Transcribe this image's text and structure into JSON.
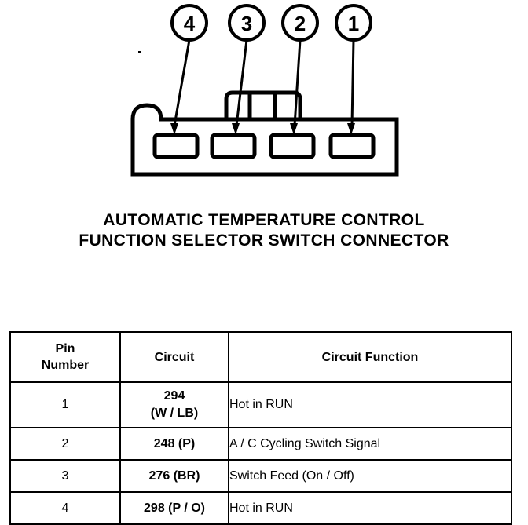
{
  "diagram": {
    "title_lines": [
      "AUTOMATIC TEMPERATURE CONTROL",
      "FUNCTION SELECTOR SWITCH CONNECTOR"
    ],
    "callouts": [
      {
        "label": "4"
      },
      {
        "label": "3"
      },
      {
        "label": "2"
      },
      {
        "label": "1"
      }
    ],
    "cavity_count": 4,
    "line_color": "#000000",
    "background_color": "#ffffff"
  },
  "table": {
    "headers": {
      "pin": "Pin\nNumber",
      "pin_line1": "Pin",
      "pin_line2": "Number",
      "circuit": "Circuit",
      "function": "Circuit Function"
    },
    "rows": [
      {
        "pin": "1",
        "circuit_line1": "294",
        "circuit_line2": "(W / LB)",
        "function": "Hot in RUN"
      },
      {
        "pin": "2",
        "circuit_line1": "248 (P)",
        "circuit_line2": "",
        "function": "A / C Cycling Switch Signal"
      },
      {
        "pin": "3",
        "circuit_line1": "276 (BR)",
        "circuit_line2": "",
        "function": "Switch Feed (On / Off)"
      },
      {
        "pin": "4",
        "circuit_line1": "298 (P / O)",
        "circuit_line2": "",
        "function": "Hot in RUN"
      }
    ]
  }
}
